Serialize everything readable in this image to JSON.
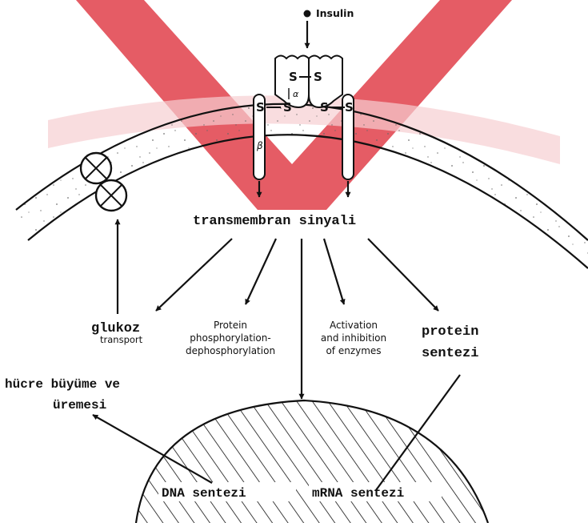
{
  "watermark": {
    "shape": "large red logo behind the diagram",
    "colors": {
      "red": "#e0404a",
      "light_red": "#f6cfd2"
    }
  },
  "insulin": {
    "label": "Insulin"
  },
  "receptor": {
    "bond": "S",
    "alpha": "α",
    "beta": "β"
  },
  "signal": {
    "label": "transmembran sinyali"
  },
  "effects": {
    "glucose": {
      "main": "glukoz",
      "sub": "transport"
    },
    "phosphorylation": {
      "lines": [
        "Protein",
        "phosphorylation-",
        "dephosphorylation"
      ]
    },
    "enzymes": {
      "lines": [
        "Activation",
        "and inhibition",
        "of enzymes"
      ]
    },
    "protein_synthesis": {
      "lines": [
        "protein",
        "sentezi"
      ]
    }
  },
  "growth": {
    "lines": [
      "hücre büyüme ve",
      "üremesi"
    ]
  },
  "nucleus": {
    "dna": "DNA sentezi",
    "mrna": "mRNA sentezi"
  }
}
